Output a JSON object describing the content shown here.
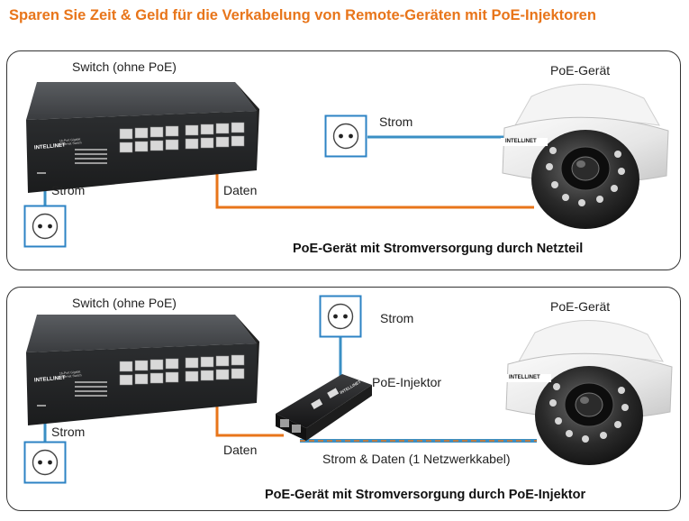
{
  "title": "Sparen Sie Zeit & Geld für die Verkabelung von Remote-Geräten mit PoE-Injektoren",
  "colors": {
    "title": "#e8751a",
    "data_cable": "#e8751a",
    "power_cable": "#3a8fc4",
    "outlet_border": "#2d83c4"
  },
  "panel_top": {
    "switch_label": "Switch (ohne PoE)",
    "device_label": "PoE-Gerät",
    "strom_switch_label": "Strom",
    "strom_device_label": "Strom",
    "daten_label": "Daten",
    "caption": "PoE-Gerät mit Stromversorgung durch Netzteil"
  },
  "panel_bottom": {
    "switch_label": "Switch (ohne PoE)",
    "device_label": "PoE-Gerät",
    "strom_switch_label": "Strom",
    "strom_injector_label": "Strom",
    "injector_label": "PoE-Injektor",
    "daten_label": "Daten",
    "combined_label": "Strom & Daten (1 Netzwerkkabel)",
    "caption": "PoE-Gerät mit Stromversorgung durch PoE-Injektor"
  },
  "brand": {
    "switch": "INTELLINET",
    "switch_model": "16-Port Gigabit Ethernet Switch",
    "camera": "INTELLINET",
    "injector": "INTELLINET"
  }
}
